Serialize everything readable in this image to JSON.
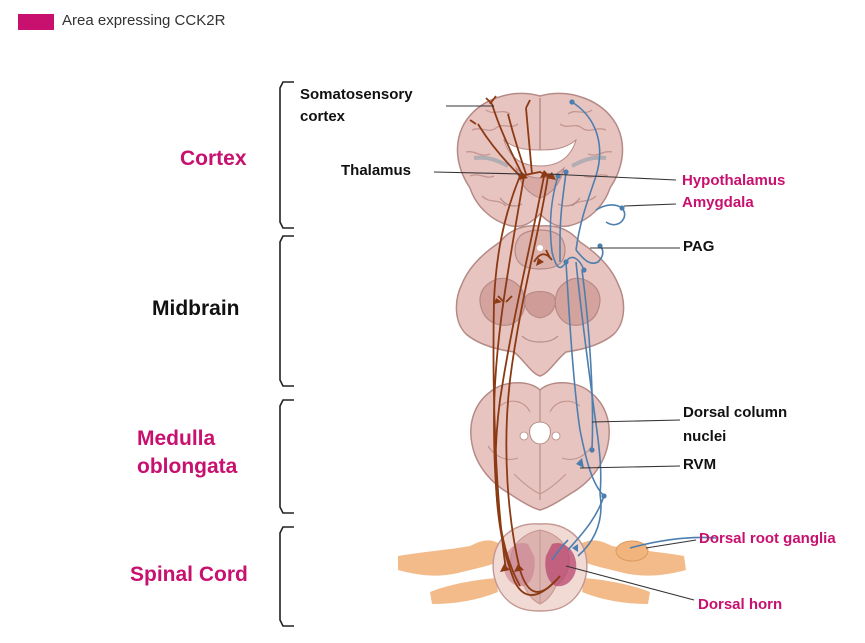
{
  "colors": {
    "cck2r": "#c8106e",
    "tissue": "#e8c4c0",
    "tissue_dark": "#c99b97",
    "outline": "#a97b77",
    "ascending": "#8b3a14",
    "descending": "#4d7fae",
    "ganglia": "#f2b47d",
    "black_label": "#111111"
  },
  "legend": {
    "label": "Area expressing CCK2R"
  },
  "regions": {
    "cortex": "Cortex",
    "midbrain": "Midbrain",
    "medulla_line1": "Medulla",
    "medulla_line2": "oblongata",
    "spinal_cord": "Spinal Cord"
  },
  "labels": {
    "somatosensory_line1": "Somatosensory",
    "somatosensory_line2": "cortex",
    "thalamus": "Thalamus",
    "hypothalamus": "Hypothalamus",
    "amygdala": "Amygdala",
    "pag": "PAG",
    "dorsal_column_line1": "Dorsal column",
    "dorsal_column_line2": "nuclei",
    "rvm": "RVM",
    "dorsal_root_ganglia": "Dorsal root ganglia",
    "dorsal_horn": "Dorsal horn"
  }
}
